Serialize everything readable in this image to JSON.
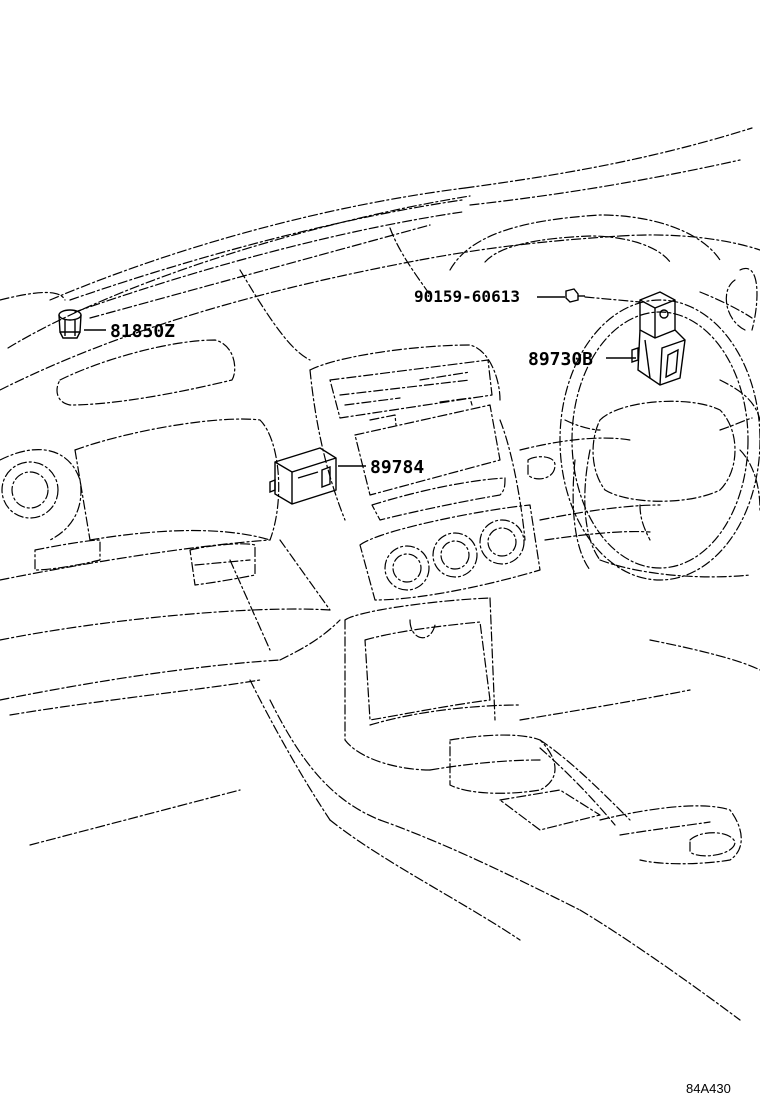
{
  "parts": {
    "bolt": {
      "number": "90159-60613"
    },
    "receiver_module": {
      "number": "89730B"
    },
    "buzzer": {
      "number": "81850Z"
    },
    "door_control_module": {
      "number": "89784"
    }
  },
  "figure_code": "84A430"
}
